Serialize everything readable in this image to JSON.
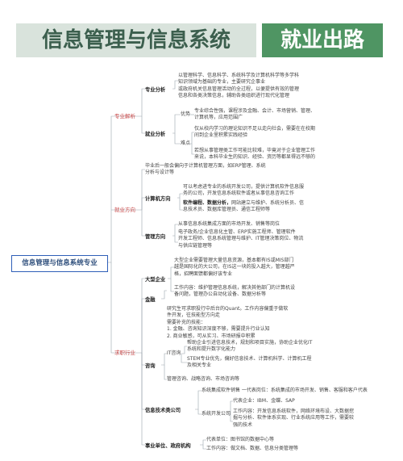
{
  "title": {
    "main": "信息管理与信息系统",
    "sub": "就业出路"
  },
  "root": "信息管理与信息系统专业",
  "categories": {
    "c1": "专业解析",
    "c2": "就业方向",
    "c3": "求职行业"
  },
  "b1": {
    "k1": "专业分析",
    "l1": "以管理科学、信息科学、系统科学及计算机科学等多学科",
    "l2": "知识领域为基础的专业，主要研究企事业",
    "l3": "或政府机关信息管理活动的全过程，以便提供有效的管理",
    "l4": "信息和各类决策信息，辅助各类组织进行现代化管理",
    "k2": "就业分析",
    "youshi": "优势",
    "y1": "专业综合性强，课程涉及金融、会计、市场营销、管理、",
    "y2": "计算机等，应用范围广",
    "nandian": "难点",
    "n1": "仅从校内学习的理论知识不足以走向社会，需要在在校期",
    "n2": "间到企业里积累实践经验",
    "n3": "若想从事管理类工作可能比较难，毕竟对于企业管理工作",
    "n4": "来说，本科毕业生的知识、经验、资历等都显得远不够的"
  },
  "b2": {
    "i1": "毕业后一般会偏向于计算机管理方面，如ERP管理、系统",
    "i2": "分析与设计等",
    "k1": "计算机方向",
    "a1": "可以考虑进专业的系统开发公司，提供计算机软件信息服",
    "a2": "务的公司，开发信息系统软件或者从事信息咨询工作",
    "a3b": "软件编程、数据分析，",
    "a3": "网站建立与维护、系统分析员、信",
    "a4": "息技术员、数据库管理员、通信工程师等",
    "k2": "管理方向",
    "m1": "从事信息系统集成方面的市场开发、销售等岗位",
    "m2": "电子政务/企业信息化主管、ERP实施工程师、管理软件",
    "m3": "开发工程师、信息系统管理与维护、IT管理决策岗位、物流",
    "m4": "与供应链管理等"
  },
  "b3": {
    "k1": "大型企业",
    "e1": "大型企业需要管理大量信息资源，基本都有IS或MIS部门",
    "e2": "越是国际化的大公司，在IS这一块的投入越大，管理越严",
    "e3": "格，招聘面馈都偏好该专业",
    "e4": "工作内容：维护管理信息系统，解决其他部门的计算机设",
    "e5": "备问题，管理办公自动化设备、数据分析等",
    "k2": "金融",
    "f1": "研究生可求职投行中后台的Quant。工作内容偏重于做软",
    "f2": "件开发，往技能型方向走",
    "f3": "需要补充的技能：",
    "f4": "1. 金融、咨询知识深度不够，需要提升行业认知",
    "f5": "2. 商业敏感，可从实习、市场研报中积累",
    "k3": "咨询",
    "itzx": "IT咨询",
    "c1": "帮助企业引进信息技术，规划和项目实施，协助企业优化IT",
    "c2": "系统和提升数字化能力",
    "c3": "STEM专业优先，偏好信息技术、计算机科学、计算机工程",
    "c4": "及相关专业",
    "c5": "管理咨询、战略咨询、市场咨询等",
    "k4": "信息技术类公司",
    "s1": "系统集成软件销售 一代表岗位：系统集成的市场开发、销售、客服和客户代表",
    "dbqy": "代表企业：IBM、金蝶、SAP",
    "xtkf": "系统开发公司",
    "s2": "工作内容：开发信息系统软件，网络环境布设、大数据挖",
    "s3": "掘与分析、软件体系实现、行业系统应用等工作，需要较",
    "s4": "强的技术",
    "k5": "事业单位、政府机构",
    "g1": "代表单位：图书馆的数据中心等",
    "g2": "工作内容：做文档、数据、信息分类管理等"
  },
  "colors": {
    "accent": "#4f9563",
    "title_bg": "#d9e3dc",
    "category": "#c94a4a",
    "root_border": "#2f5fb8"
  }
}
